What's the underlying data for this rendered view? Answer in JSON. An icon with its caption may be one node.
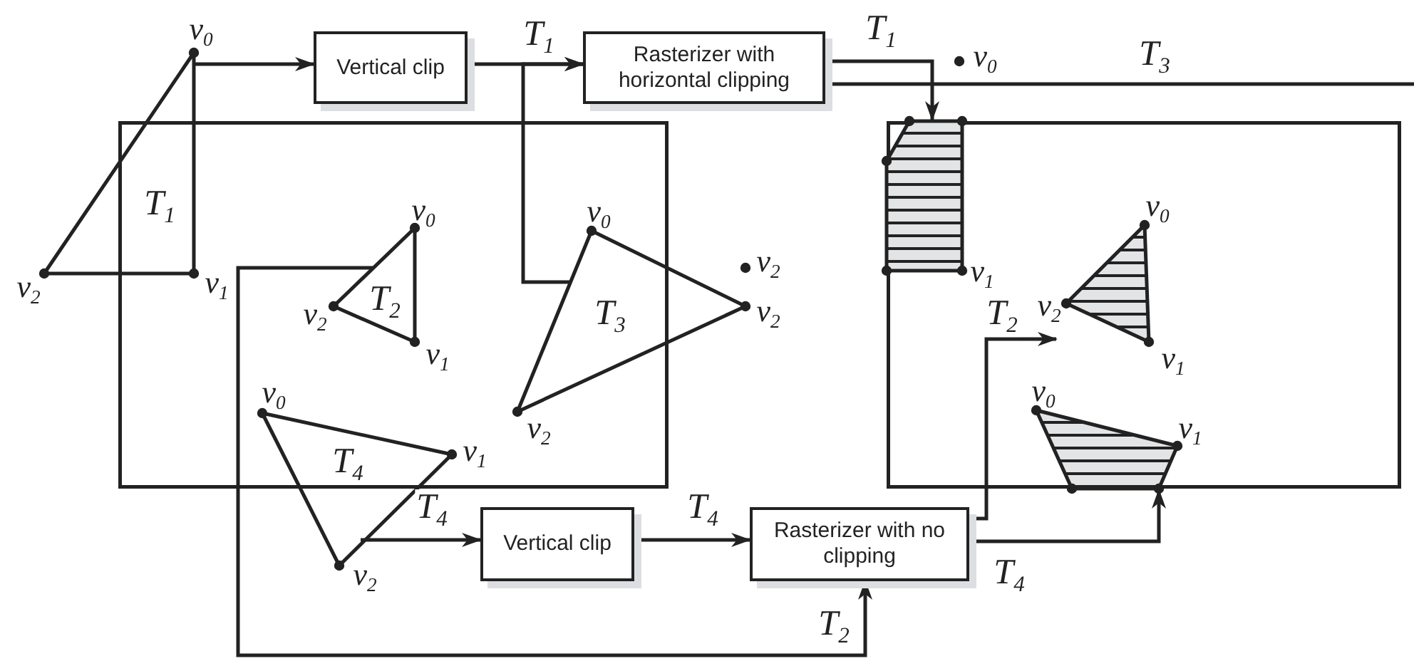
{
  "diagram": {
    "nodes": [
      {
        "text": [
          "T$_{1}$"
        ],
        "beside": [
          "v$_{0}$",
          "v$_{1}$",
          "v$_{2}$"
        ]
      },
      {
        "text": [
          "Vertical clip"
        ]
      },
      {
        "text": [
          "Rasterizer with horizontal clipping"
        ]
      },
      {
        "text": [],
        "shape": "box"
      },
      {
        "text": [
          "T$_{2}$"
        ],
        "beside": [
          "v$_{0}$",
          "v$_{2}$",
          "v$_{1}$"
        ],
        "in": 3
      },
      {
        "text": [
          "T$_{3}$"
        ],
        "beside": [
          "v$_{0}$",
          "v$_{2}$",
          "v$_{2}$",
          "v$_{2}$"
        ]
      },
      {
        "text": [
          "T$_{4}$"
        ],
        "beside": [
          "v$_{0}$",
          "v$_{1}$",
          "v$_{2}$"
        ]
      },
      {
        "text": [],
        "shape": "box"
      },
      {
        "text": [],
        "shape": "polygon",
        "beside": [
          "v$_{1}$"
        ],
        "in": 7
      },
      {
        "text": [],
        "shape": "triangle",
        "beside": [
          "v$_{0}$",
          "v$_{2}$",
          "v$_{1}$"
        ],
        "in": 7
      },
      {
        "text": [],
        "shape": "polygon",
        "beside": [
          "v$_{0}$",
          "v$_{1}$"
        ],
        "in": 7
      },
      {
        "text": [
          "Vertical clip"
        ]
      },
      {
        "text": [
          "Rasterizer with no clipping"
        ]
      }
    ],
    "edges": [
      {
        "from": 0,
        "to": 1,
        "arrow": "to"
      },
      {
        "from": 1,
        "to": 2,
        "arrow": "to",
        "label": "T$_{1}$"
      },
      {
        "from": 5,
        "to": 2,
        "arrow": "to"
      },
      {
        "from": 2,
        "to": 8,
        "arrow": "to",
        "label": "T$_{1}$"
      },
      {
        "from": 2,
        "to": null,
        "arrow": "none",
        "label": "T$_{3}$"
      },
      {
        "from": 4,
        "to": 12,
        "arrow": "to",
        "label": "T$_{2}$"
      },
      {
        "from": 6,
        "to": 11,
        "arrow": "to",
        "label": "T$_{4}$"
      },
      {
        "from": 11,
        "to": 12,
        "arrow": "to",
        "label": "T$_{4}$"
      },
      {
        "from": 12,
        "to": 9,
        "arrow": "to",
        "label": "T$_{2}$"
      },
      {
        "from": 12,
        "to": 10,
        "arrow": "to",
        "label": "T$_{4}$"
      }
    ],
    "labels": [
      "v$_{0}$"
    ]
  }
}
